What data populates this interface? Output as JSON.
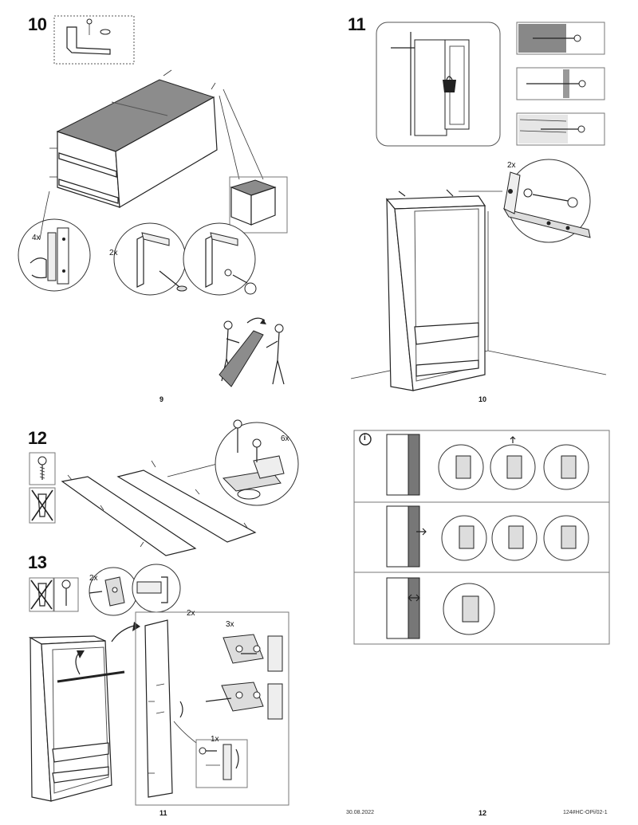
{
  "steps": {
    "s10": "10",
    "s11": "11",
    "s12": "12",
    "s13": "13"
  },
  "quantities": {
    "q4x": "4x",
    "q2x_step10": "2x",
    "q2x_step11": "2x",
    "q6x": "6x",
    "q2x_step13_detail": "2x",
    "q2x_step13_door": "2x",
    "q3x": "3x",
    "q1x": "1x"
  },
  "info_icon": "i",
  "page_numbers": {
    "p9": "9",
    "p10": "10",
    "p11": "11",
    "p12": "12"
  },
  "footer": {
    "date": "30.08.2022",
    "doc_code": "124#HC-OPi/02-1"
  }
}
